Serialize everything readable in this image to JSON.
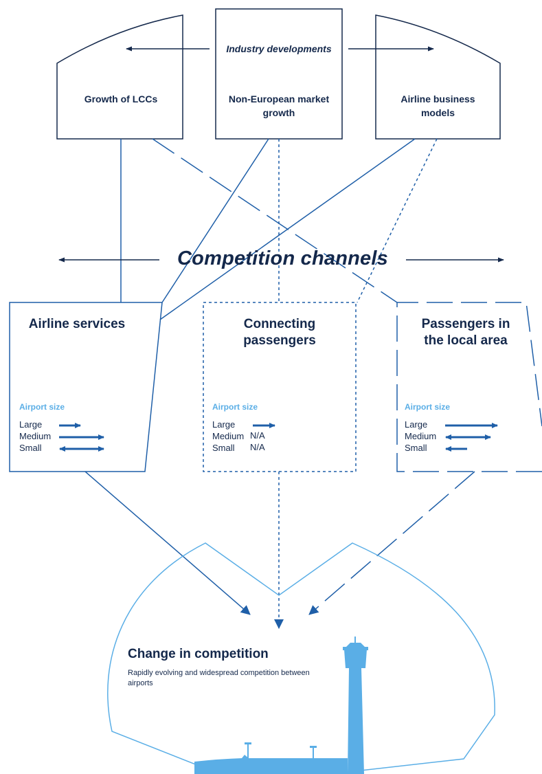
{
  "industry": {
    "label": "Industry developments",
    "factors": [
      {
        "label": "Growth of LCCs"
      },
      {
        "label": "Non-European market\ngrowth"
      },
      {
        "label": "Airline business\nmodels"
      }
    ]
  },
  "channels": {
    "label": "Competition channels",
    "items": [
      {
        "title": "Airline services",
        "size_label": "Airport size",
        "sizes": [
          {
            "name": "Large",
            "value": ""
          },
          {
            "name": "Medium",
            "value": ""
          },
          {
            "name": "Small",
            "value": ""
          }
        ]
      },
      {
        "title": "Connecting\npassengers",
        "size_label": "Airport size",
        "sizes": [
          {
            "name": "Large",
            "value": ""
          },
          {
            "name": "Medium",
            "value": "N/A"
          },
          {
            "name": "Small",
            "value": "N/A"
          }
        ]
      },
      {
        "title": "Passengers in\nthe local area",
        "size_label": "Airport size",
        "sizes": [
          {
            "name": "Large",
            "value": ""
          },
          {
            "name": "Medium",
            "value": ""
          },
          {
            "name": "Small",
            "value": ""
          }
        ]
      }
    ]
  },
  "outcome": {
    "title": "Change in competition",
    "subtitle": "Rapidly evolving and widespread competition between airports"
  },
  "colors": {
    "navy": "#14284b",
    "mid_blue": "#1f5fa8",
    "light_blue": "#5aaee6"
  }
}
